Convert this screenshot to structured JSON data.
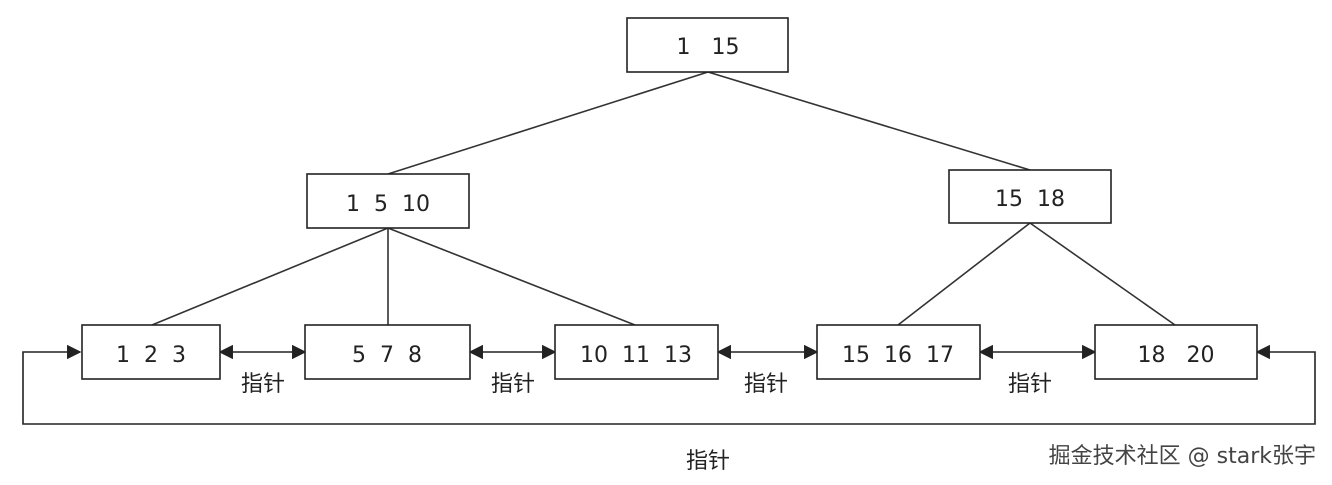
{
  "nodes": {
    "root": "1   15",
    "internal_left": "1  5  10",
    "internal_right": "15  18",
    "leaf_1": "1  2  3",
    "leaf_2": "5  7  8",
    "leaf_3": "10  11  13",
    "leaf_4": "15  16  17",
    "leaf_5": "18   20"
  },
  "pointers": {
    "label_1": "指针",
    "label_2": "指针",
    "label_3": "指针",
    "label_4": "指针",
    "loop_label": "指针"
  },
  "watermark": "掘金技术社区 @ stark张宇",
  "colors": {
    "stroke": "#222222",
    "background": "#ffffff"
  }
}
